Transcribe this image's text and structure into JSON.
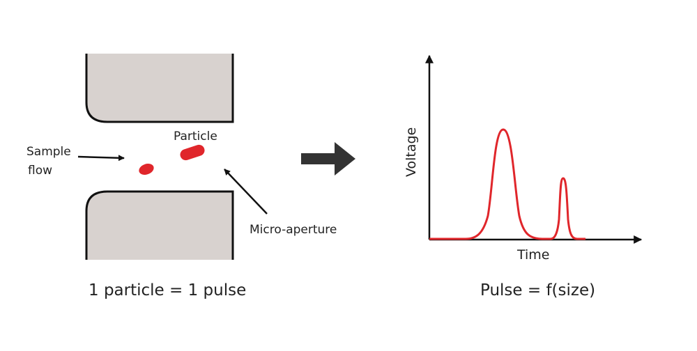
{
  "left_panel": {
    "sample_flow_line1": "Sample",
    "sample_flow_line2": "flow",
    "particle_label": "Particle",
    "aperture_label": "Micro-aperture",
    "caption": "1 particle = 1 pulse"
  },
  "right_panel": {
    "y_axis_label": "Voltage",
    "x_axis_label": "Time",
    "caption": "Pulse = f(size)"
  },
  "colors": {
    "wall_fill": "#d8d2cf",
    "wall_stroke": "#111111",
    "particle": "#e0262b",
    "pulse": "#e0262b",
    "big_arrow": "#333333"
  }
}
